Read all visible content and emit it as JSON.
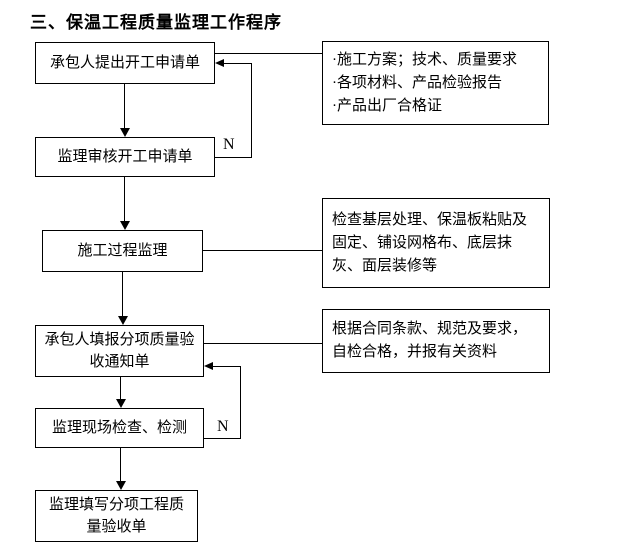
{
  "title": "三、保温工程质量监理工作程序",
  "flow": {
    "steps": [
      {
        "label": "承包人提出开工申请单"
      },
      {
        "label": "监理审核开工申请单"
      },
      {
        "label": "施工过程监理"
      },
      {
        "label": "承包人填报分项质量验收通知单"
      },
      {
        "label": "监理现场检查、检测"
      },
      {
        "label": "监理填写分项工程质量验收单"
      }
    ],
    "notes": [
      {
        "lines": [
          "·施工方案；技术、质量要求",
          "·各项材料、产品检验报告",
          "·产品出厂合格证"
        ]
      },
      {
        "text": "检查基层处理、保温板粘贴及固定、铺设网格布、底层抹灰、面层装修等"
      },
      {
        "text": "根据合同条款、规范及要求，自检合格，并报有关资料"
      }
    ],
    "loop_labels": {
      "first": "N",
      "second": "N"
    }
  },
  "colors": {
    "line": "#000000",
    "text": "#000000",
    "background": "#ffffff"
  }
}
